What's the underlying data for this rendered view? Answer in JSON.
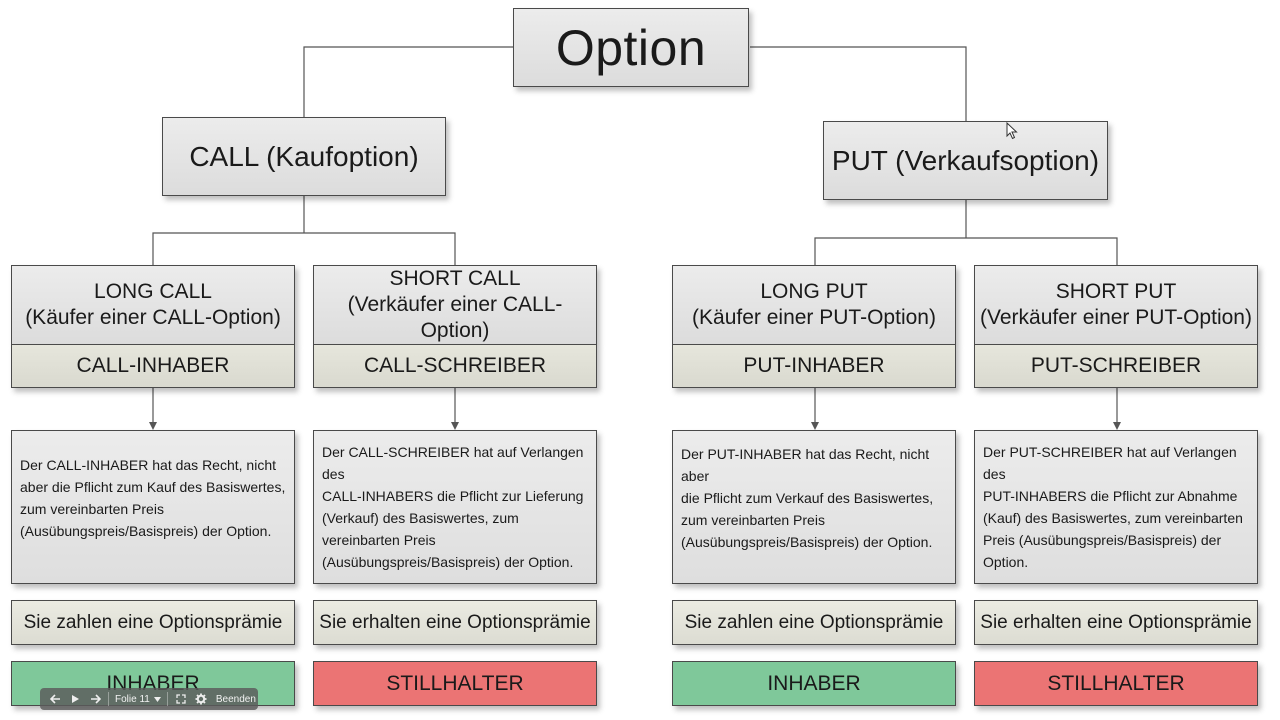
{
  "title": "Option",
  "call": {
    "heading": "CALL (Kaufoption)",
    "long": {
      "line1": "LONG CALL",
      "line2": "(Käufer einer CALL-Option)",
      "role": "CALL-INHABER",
      "desc": [
        "Der CALL-INHABER hat das Recht, nicht",
        "aber die Pflicht zum Kauf des Basiswertes,",
        "zum vereinbarten Preis",
        "(Ausübungspreis/Basispreis)  der Option."
      ],
      "premium": "Sie zahlen eine Optionsprämie",
      "status": "INHABER"
    },
    "short": {
      "line1": "SHORT CALL",
      "line2": "(Verkäufer einer CALL-Option)",
      "role": "CALL-SCHREIBER",
      "desc": [
        "Der CALL-SCHREIBER hat auf Verlangen des",
        "CALL-INHABERS die Pflicht zur Lieferung",
        "(Verkauf) des Basiswertes,  zum",
        "vereinbarten Preis",
        "(Ausübungspreis/Basispreis)  der Option."
      ],
      "premium": "Sie erhalten eine Optionsprämie",
      "status": "STILLHALTER"
    }
  },
  "put": {
    "heading": "PUT (Verkaufsoption)",
    "long": {
      "line1": "LONG PUT",
      "line2": "(Käufer einer PUT-Option)",
      "role": "PUT-INHABER",
      "desc": [
        "Der PUT-INHABER hat das Recht, nicht aber",
        "die Pflicht zum Verkauf des Basiswertes,",
        "zum vereinbarten Preis",
        "(Ausübungspreis/Basispreis)  der Option."
      ],
      "premium": "Sie zahlen eine Optionsprämie",
      "status": "INHABER"
    },
    "short": {
      "line1": "SHORT PUT",
      "line2": "(Verkäufer einer PUT-Option)",
      "role": "PUT-SCHREIBER",
      "desc": [
        "Der PUT-SCHREIBER hat auf Verlangen des",
        "PUT-INHABERS die Pflicht zur Abnahme",
        "(Kauf) des Basiswertes,  zum vereinbarten",
        "Preis (Ausübungspreis/Basispreis)  der",
        "Option."
      ],
      "premium": "Sie erhalten eine Optionsprämie",
      "status": "STILLHALTER"
    }
  },
  "toolbar": {
    "slide_label": "Folie 11",
    "end_label": "Beenden",
    "icons": [
      "back-arrow-icon",
      "play-icon",
      "forward-arrow-icon",
      "dropdown-icon",
      "fullscreen-icon",
      "gear-icon"
    ]
  },
  "colors": {
    "box_fill": "#e2e2e2",
    "role_fill": "#dedeD4",
    "inhaber_green": "#7fc89a",
    "stillhalter_red": "#eb7474",
    "border": "#4a4a4a"
  }
}
